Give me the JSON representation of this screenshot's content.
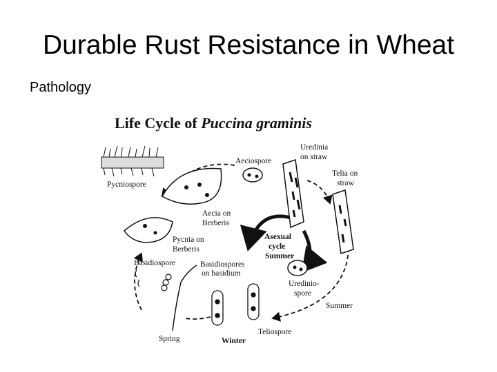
{
  "slide": {
    "title": "Durable Rust Resistance in Wheat",
    "subtitle": "Pathology"
  },
  "diagram": {
    "title_plain": "Life Cycle of ",
    "title_italic": "Puccina graminis",
    "labels": {
      "aeciospore": "Aeciospore",
      "uredinia_1": "Uredinia",
      "uredinia_2": "on straw",
      "telia_1": "Telia on",
      "telia_2": "straw",
      "pycniospore": "Pycniospore",
      "aecia_1": "Aecia on",
      "aecia_2": "Berberis",
      "pycnia_1": "Pycnia on",
      "pycnia_2": "Berberis",
      "asexual_1": "Asexual",
      "asexual_2": "cycle",
      "asexual_3": "Summer",
      "basidiospore": "Basidiospore",
      "basidiospores_1": "Basidiospores",
      "basidiospores_2": "on basidium",
      "urediniospore_1": "Uredinio-",
      "urediniospore_2": "spore",
      "summer": "Summer",
      "teliospore": "Teliospore",
      "spring": "Spring",
      "winter": "Winter"
    }
  }
}
